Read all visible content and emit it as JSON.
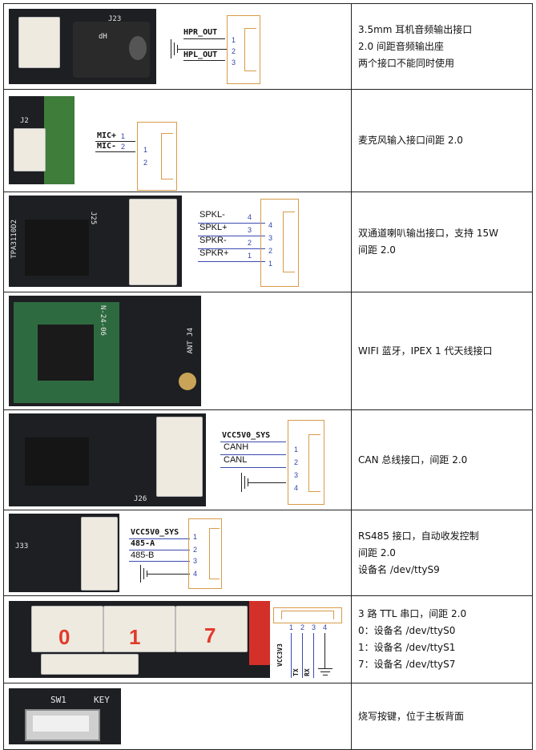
{
  "rows": [
    {
      "photo_labels": [
        "dH",
        "J23"
      ],
      "signals": [
        "HPR_OUT",
        "HPL_OUT"
      ],
      "pins": [
        "1",
        "2",
        "3"
      ],
      "desc": [
        "3.5mm 耳机音频输出接口",
        "2.0 间距音频输出座",
        "两个接口不能同时使用"
      ]
    },
    {
      "photo_labels": [
        "J2"
      ],
      "signals": [
        "MIC+",
        "MIC-"
      ],
      "pin_marks": [
        "1",
        "2"
      ],
      "pins": [
        "1",
        "2"
      ],
      "desc": [
        "麦克风输入接口间距 2.0"
      ]
    },
    {
      "photo_labels": [
        "TPA3110D2",
        "J25"
      ],
      "signals": [
        "SPKL-",
        "SPKL+",
        "SPKR-",
        "SPKR+"
      ],
      "pin_marks": [
        "4",
        "3",
        "2",
        "1"
      ],
      "pins": [
        "4",
        "3",
        "2",
        "1"
      ],
      "desc": [
        "双通道喇叭输出接口，支持 15W",
        "间距 2.0"
      ]
    },
    {
      "photo_labels": [
        "N-24-06",
        "ANT J4"
      ],
      "desc": [
        "WIFI 蓝牙，IPEX 1 代天线接口"
      ]
    },
    {
      "photo_labels": [
        "J26"
      ],
      "signals": [
        "VCC5V0_SYS",
        "CANH",
        "CANL"
      ],
      "pins": [
        "1",
        "2",
        "3",
        "4"
      ],
      "desc": [
        "CAN 总线接口，间距 2.0"
      ]
    },
    {
      "photo_labels": [
        "J33"
      ],
      "signals": [
        "VCC5V0_SYS",
        "485-A",
        "485-B"
      ],
      "pins": [
        "1",
        "2",
        "3",
        "4"
      ],
      "desc": [
        "RS485 接口，自动收发控制",
        "间距 2.0",
        "设备名 /dev/ttyS9"
      ]
    },
    {
      "photo_labels": [
        "0",
        "1",
        "7"
      ],
      "signals": [
        "VCC3V3",
        "TX",
        "RX"
      ],
      "pins": [
        "1",
        "2",
        "3",
        "4"
      ],
      "desc": [
        "3 路 TTL 串口，间距 2.0",
        "0：设备名 /dev/ttyS0",
        "1：设备名 /dev/ttyS1",
        "7：设备名 /dev/ttyS7"
      ]
    },
    {
      "photo_labels": [
        "SW1",
        "KEY"
      ],
      "desc": [
        "烧写按键，位于主板背面"
      ]
    }
  ]
}
